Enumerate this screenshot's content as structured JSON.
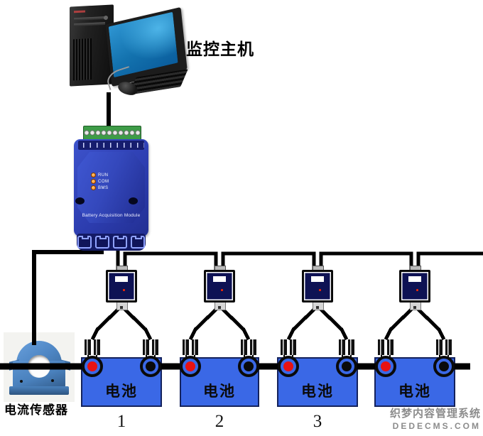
{
  "computer": {
    "label": "监控主机"
  },
  "module": {
    "name": "Battery Acquisition Module",
    "leds": [
      "RUN",
      "COM",
      "BMS"
    ]
  },
  "current_sensor": {
    "label": "电流传感器"
  },
  "batteries": [
    {
      "label": "电池",
      "number": "1"
    },
    {
      "label": "电池",
      "number": "2"
    },
    {
      "label": "电池",
      "number": "3"
    },
    {
      "label": "电池",
      "number": ""
    }
  ],
  "watermark": {
    "line1": "织梦内容管理系统",
    "line2": "DEDECMS.COM"
  },
  "colors": {
    "battery_blue": "#3A68E6",
    "module_blue": "#2F41B4",
    "terminal_block_green": "#3E9C47",
    "sensor_box_navy": "#0E1254",
    "current_sensor_blue": "#4E86C4",
    "wire_black": "#000000",
    "positive_terminal_red": "#E81212",
    "negative_terminal_black": "#0A0A0A",
    "watermark_gray": "#8C8C8C"
  }
}
